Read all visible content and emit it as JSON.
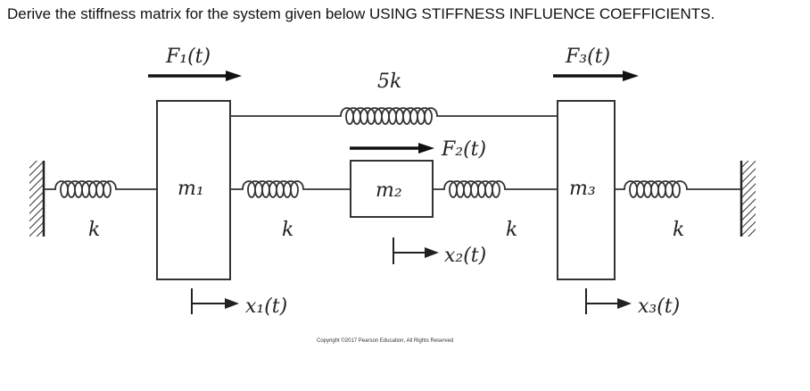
{
  "question": "Derive the stiffness matrix for the system given below USING STIFFNESS INFLUENCE COEFFICIENTS.",
  "forces": {
    "f1": "F₁(t)",
    "f2": "F₂(t)",
    "f3": "F₃(t)"
  },
  "masses": {
    "m1": "m₁",
    "m2": "m₂",
    "m3": "m₃"
  },
  "springs": {
    "k_left": "k",
    "k_12": "k",
    "k_23": "k",
    "k_right": "k",
    "k_13": "5k"
  },
  "displacements": {
    "x1": "x₁(t)",
    "x2": "x₂(t)",
    "x3": "x₃(t)"
  },
  "copyright": "Copyright ©2017 Pearson Education, All Rights Reserved"
}
